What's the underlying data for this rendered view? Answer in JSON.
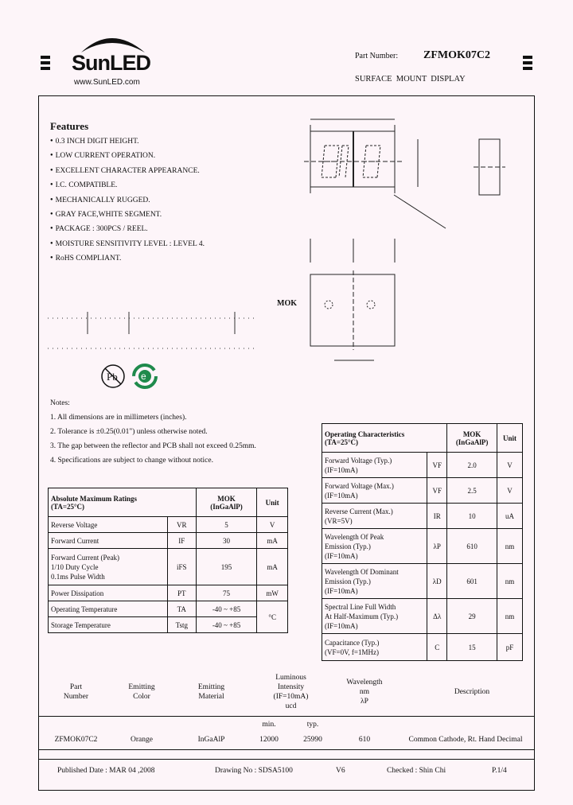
{
  "header": {
    "brand": "SunLED",
    "url": "www.SunLED.com",
    "part_number_label": "Part Number:",
    "part_number": "ZFMOK07C2",
    "product_type": "SURFACE  MOUNT  DISPLAY"
  },
  "features": {
    "title": "Features",
    "items": [
      "0.3 INCH DIGIT HEIGHT.",
      "LOW CURRENT  OPERATION.",
      "EXCELLENT CHARACTER  APPEARANCE.",
      "I.C. COMPATIBLE.",
      "MECHANICALLY RUGGED.",
      "GRAY FACE,WHITE SEGMENT.",
      "PACKAGE : 300PCS / REEL.",
      "MOISTURE SENSITIVITY LEVEL : LEVEL 4.",
      "RoHS COMPLIANT."
    ]
  },
  "drawing": {
    "model_label": "MOK"
  },
  "notes": {
    "title": "Notes:",
    "items": [
      "1. All dimensions are in millimeters (inches).",
      "2. Tolerance is ±0.25(0.01\") unless otherwise noted.",
      "3. The gap between the reflector and PCB shall not exceed 0.25mm.",
      "4.  Specifications are subject to change without notice."
    ]
  },
  "abs_max": {
    "title": "Absolute Maximum Ratings",
    "cond": "(TA=25°C)",
    "col_mok": "MOK",
    "col_mat": "(InGaAlP)",
    "col_unit": "Unit",
    "rows": [
      {
        "param": "Reverse Voltage",
        "sym": "VR",
        "val": "5",
        "unit": "V"
      },
      {
        "param": "Forward Current",
        "sym": "IF",
        "val": "30",
        "unit": "mA"
      },
      {
        "param": "Forward Current (Peak)\n1/10 Duty Cycle\n0.1ms Pulse Width",
        "sym": "iFS",
        "val": "195",
        "unit": "mA"
      },
      {
        "param": "Power Dissipation",
        "sym": "PT",
        "val": "75",
        "unit": "mW"
      },
      {
        "param": "Operating Temperature",
        "sym": "TA",
        "val": "-40 ~ +85",
        "unit": "°C"
      },
      {
        "param": "Storage Temperature",
        "sym": "Tstg",
        "val": "-40 ~ +85"
      }
    ]
  },
  "op_char": {
    "title": "Operating Characteristics",
    "cond": "(TA=25°C)",
    "col_mok": "MOK",
    "col_mat": "(InGaAlP)",
    "col_unit": "Unit",
    "rows": [
      {
        "param": "Forward Voltage (Typ.)\n(IF=10mA)",
        "sym": "VF",
        "val": "2.0",
        "unit": "V"
      },
      {
        "param": "Forward Voltage (Max.)\n(IF=10mA)",
        "sym": "VF",
        "val": "2.5",
        "unit": "V"
      },
      {
        "param": "Reverse Current (Max.)\n(VR=5V)",
        "sym": "IR",
        "val": "10",
        "unit": "uA"
      },
      {
        "param": "Wavelength Of Peak\nEmission (Typ.)\n(IF=10mA)",
        "sym": "λP",
        "val": "610",
        "unit": "nm"
      },
      {
        "param": "Wavelength Of Dominant\nEmission (Typ.)\n(IF=10mA)",
        "sym": "λD",
        "val": "601",
        "unit": "nm"
      },
      {
        "param": "Spectral Line Full Width\nAt Half-Maximum (Typ.)\n(IF=10mA)",
        "sym": "Δλ",
        "val": "29",
        "unit": "nm"
      },
      {
        "param": "Capacitance (Typ.)\n(VF=0V, f=1MHz)",
        "sym": "C",
        "val": "15",
        "unit": "pF"
      }
    ]
  },
  "selection": {
    "h_part": "Part\nNumber",
    "h_color": "Emitting\nColor",
    "h_mat": "Emitting\nMaterial",
    "h_lum": "Luminous\nIntensity\n(IF=10mA)\nucd",
    "h_wl": "Wavelength\nnm\nλP",
    "h_desc": "Description",
    "h_min": "min.",
    "h_typ": "typ.",
    "row": {
      "part": "ZFMOK07C2",
      "color": "Orange",
      "mat": "InGaAlP",
      "min": "12000",
      "typ": "25990",
      "wl": "610",
      "desc": "Common Cathode, Rt. Hand Decimal"
    }
  },
  "footer": {
    "published": "Published Date : MAR  04 ,2008",
    "drawing_no": "Drawing No : SDSA5100",
    "version": "V6",
    "checked": "Checked : Shin Chi",
    "page": "P.1/4"
  },
  "colors": {
    "background": "#fdf5f9",
    "rohs_green": "#1f8a4c"
  }
}
